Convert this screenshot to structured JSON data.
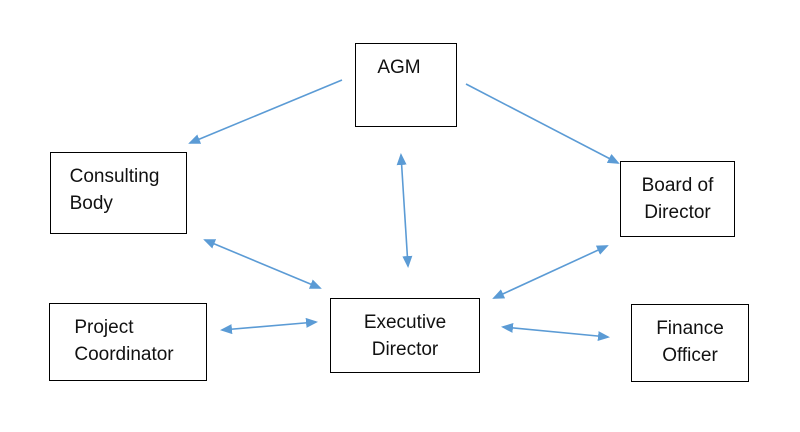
{
  "diagram": {
    "nodes": {
      "agm": "AGM",
      "consulting_body": "Consulting\nBody",
      "board_of_director": "Board of\nDirector",
      "project_coordinator": "Project\nCoordinator",
      "executive_director": "Executive\nDirector",
      "finance_officer": "Finance\nOfficer"
    },
    "connections": [
      {
        "from": "agm",
        "to": "consulting_body",
        "direction": "one-way"
      },
      {
        "from": "agm",
        "to": "board_of_director",
        "direction": "one-way"
      },
      {
        "from": "agm",
        "to": "executive_director",
        "direction": "two-way"
      },
      {
        "from": "consulting_body",
        "to": "executive_director",
        "direction": "two-way"
      },
      {
        "from": "board_of_director",
        "to": "executive_director",
        "direction": "two-way"
      },
      {
        "from": "project_coordinator",
        "to": "executive_director",
        "direction": "two-way"
      },
      {
        "from": "executive_director",
        "to": "finance_officer",
        "direction": "two-way"
      }
    ],
    "arrow_color": "#5b9bd5",
    "box_border_color": "#000000"
  }
}
